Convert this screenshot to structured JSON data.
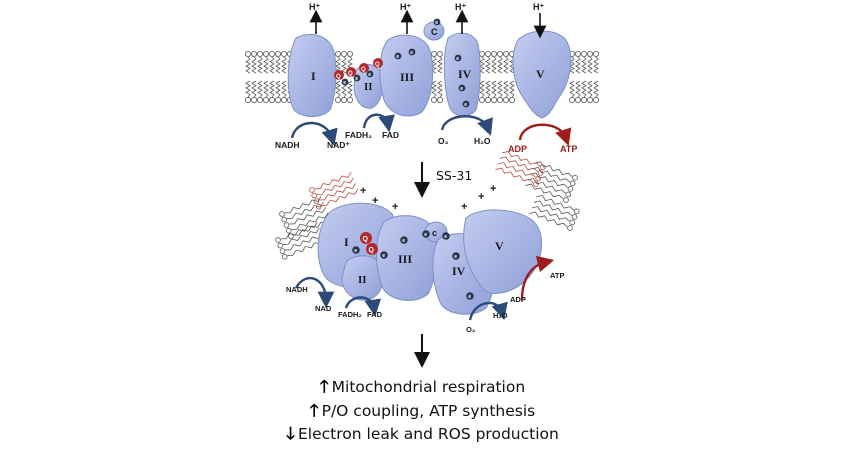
{
  "top_panel": {
    "proton_label": "H⁺",
    "complexes": [
      "I",
      "II",
      "III",
      "IV",
      "V"
    ],
    "cytochrome_c": "C",
    "quinone": "Q",
    "electron": "e",
    "substrates": {
      "nadh": "NADH",
      "nad": "NAD⁺",
      "fadh2": "FADH₂",
      "fad": "FAD",
      "o2": "O₂",
      "h2o": "H₂O",
      "adp": "ADP",
      "atp": "ATP"
    }
  },
  "treatment": {
    "label": "SS-31"
  },
  "bottom_panel": {
    "charge": "+",
    "complexes": [
      "I",
      "II",
      "III",
      "IV",
      "V"
    ],
    "cytochrome_c": "c",
    "quinone": "Q",
    "electron": "e",
    "substrates": {
      "nadh": "NADH",
      "nad": "NAD",
      "fadh2": "FADH₂",
      "fad": "FAD",
      "o2": "O₂",
      "h2o": "H₂O",
      "adp": "ADP",
      "atp": "ATP"
    }
  },
  "outcomes": [
    {
      "direction": "up",
      "arrow": "🡑",
      "text": "Mitochondrial respiration"
    },
    {
      "direction": "up",
      "arrow": "🡑",
      "text": "P/O coupling, ATP synthesis"
    },
    {
      "direction": "down",
      "arrow": "🡓",
      "text": "Electron leak and ROS production"
    }
  ],
  "colors": {
    "complex_fill": "#a9b6e6",
    "complex_stroke": "#7f8fc8",
    "quinone": "#b3282d",
    "electron": "#2a3550",
    "substrate_arrow": "#2c4a78",
    "atp_arrow": "#a01c1c",
    "atp_text": "#a01c1c",
    "lipid": "#555555",
    "cardiolipin": "#b84a3a"
  }
}
